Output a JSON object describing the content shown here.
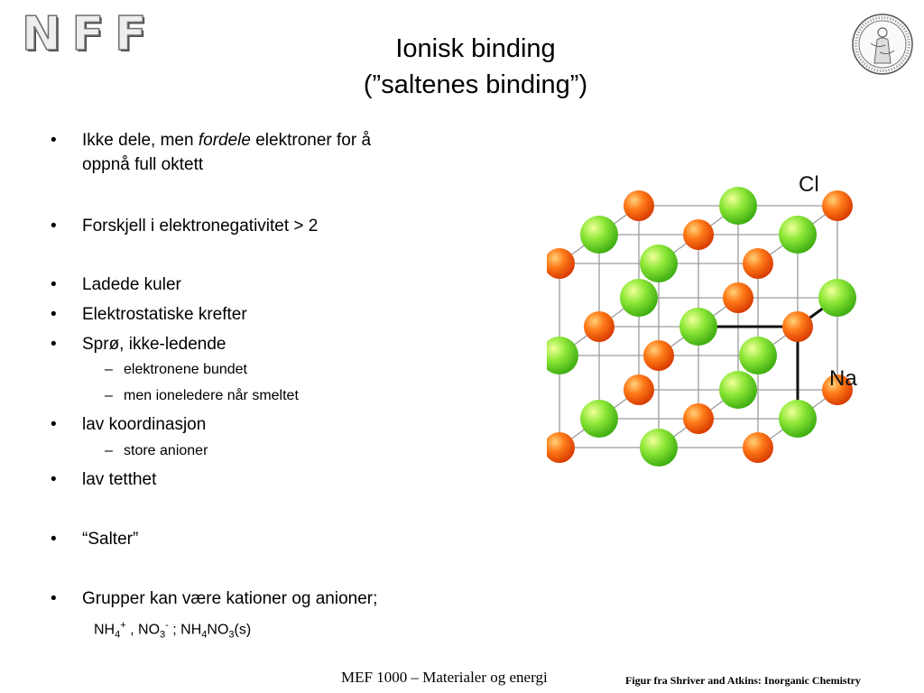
{
  "header": {
    "logo_text": "NFF",
    "seal_icon": "university-seal-icon",
    "title_line1": "Ionisk binding",
    "title_line2": "(”saltenes binding”)"
  },
  "bullets": [
    {
      "pre": "Ikke dele, men ",
      "em": "fordele",
      "post": " elektroner for å",
      "line2": "oppnå full oktett"
    },
    {
      "text": "Forskjell i elektronegativitet > 2"
    },
    {
      "text": "Ladede kuler"
    },
    {
      "text": "Elektrostatiske krefter"
    },
    {
      "text": "Sprø, ikke-ledende"
    },
    {
      "text": "lav koordinasjon"
    },
    {
      "text": "lav tetthet"
    },
    {
      "text": "“Salter”"
    },
    {
      "text": "Grupper kan være kationer og anioner;"
    }
  ],
  "subbullets": [
    {
      "text": "elektronene bundet"
    },
    {
      "text": "men ioneledere når smeltet"
    },
    {
      "text": "store anioner"
    }
  ],
  "bullet_symbol": "•",
  "subbullet_symbol": "–",
  "formula": {
    "p1": "NH",
    "s1": "4",
    "sup1": "+",
    "p2": " , NO",
    "s2": "3",
    "sup2": "-",
    "p3": " ; NH",
    "s3": "4",
    "p4": "NO",
    "s4": "3",
    "p5": "(s)"
  },
  "lattice": {
    "label_cl": "Cl",
    "label_na": "Na",
    "na_color": "#ff6a10",
    "cl_color": "#7ee62c"
  },
  "footer": {
    "center": "MEF 1000 – Materialer og energi",
    "right": "Figur fra Shriver and Atkins: Inorganic Chemistry"
  }
}
